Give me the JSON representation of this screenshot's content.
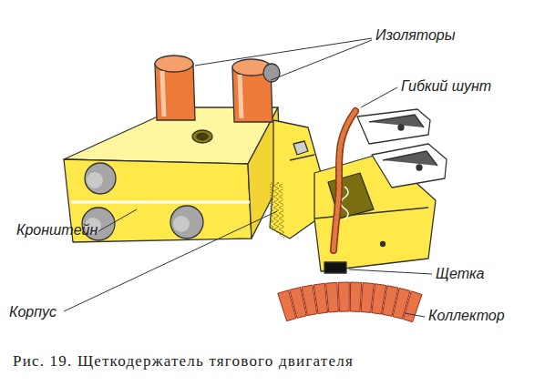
{
  "diagram": {
    "caption": "Рис. 19. Щеткодержатель тягового двигателя",
    "labels": [
      "Изоляторы",
      "Гибкий шунт",
      "Кронштейн",
      "Корпус",
      "Щетка",
      "Коллектор"
    ]
  }
}
